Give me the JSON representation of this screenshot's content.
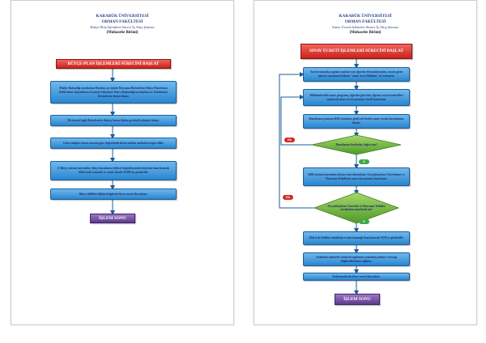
{
  "colors": {
    "process_box": "#2a86cf",
    "start_box": "#d9302a",
    "end_box": "#6a4a9a",
    "decision": "#6fb83f",
    "connector": "#1b5d9c"
  },
  "left_page": {
    "header": {
      "line1": "KARABÜK ÜNİVERSİTESİ",
      "line2": "ORMAN FAKÜLTESİ",
      "line3": "Bütçe-Plan İşlemleri Süreci İş Akış Şeması",
      "line4": "(Muhasebe Birimi)"
    },
    "start": "BÜTÇE-PLAN İŞLEMLERİ SÜRECİNİ BAŞLAT",
    "steps": [
      "Maliye Bakanlığı tarafından Haziran ayı içinde Harcama Birimlerine Bütçe Hazırlama Rehberinin ulaştırılması Strateji Geliştirme Daire Başkanlığı tarafından ise Fakültemiz birimlerine duyurulması",
      "İlk olarak bağlı Birimlerden ihtiyaç larına ilişkin gerekçeli talepleri alınır.",
      "Gelen talepler önem sırasına göre değerlendirilerek talebin nedenleri tespit edilir.",
      "E-Bütçe sistemi üzerinden, bütçe hazırlama rehberi doğrultusunda bütçenin hazırlanarak elektronik ortamda ve yazılı olarak SGDB'ne gönderilir.",
      "Bütçe teklifine ilişkin belgelerin birer sureti dosyalanır."
    ],
    "end": "İŞLEM SONU"
  },
  "right_page": {
    "header": {
      "line1": "KARABÜK ÜNİVERSİTESİ",
      "line2": "ORMAN FAKÜLTESİ",
      "line3": "Sınav Ücreti İşlemleri Süreci İş Akış Şeması",
      "line4": "(Muhasebe Birimi)"
    },
    "start": "SINAV ÜCRETİ İŞLEMLERİ SÜRECİNİ BAŞLAT",
    "steps": [
      "Yarıyıl sonunda yapılan sınavlar için öğretim elemanlarından, sınava giren öğrenci sayılarını belirten \"sınav ücret bildirim\" in istenmesi.",
      "Bildirimlerdeki sınav programı, öğretim görevlisi, öğrenci sayısı kontrolleri yapılarak sınav ücreti puantaj cetveli hazırlanır.",
      "Hazırlanan puantaj KBS sistemine girilerek bordro onay evrakı hazırlanmış olunur."
    ],
    "decision1": "Hazırlanan bordrolar doğru mu?",
    "step4": "KBS sistemi üzerinden ödeme emri düzenlenir. Gerçekleştirme Görevlisine ve Harcama Yetkilisine onay için sunuma hazırlanır.",
    "decision2": "Gerçekleştirme Görevlisi ve Harcama Yetkilisi tarafından onaylandı mı?",
    "steps_after": [
      "Ekleri ile birlikte tahakkuk evrakı tutanağı hazırlanarak SGD'ye gönderilir.",
      "Ardından ödemeler banka hesaplarına yatırılmış olunur ve hesap bilgilendirilmesi sağlanır.",
      "Dokümanlarda birer sureti dosyalanır."
    ],
    "end": "İŞLEM SONU",
    "labels": {
      "no": "HA",
      "yes": "E"
    }
  }
}
